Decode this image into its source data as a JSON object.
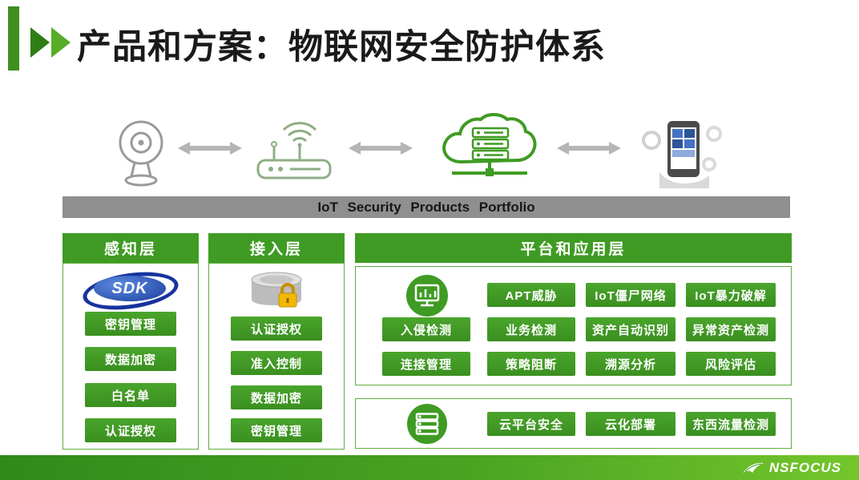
{
  "slide": {
    "title": "产品和方案：物联网安全防护体系",
    "banner": "IoT Security Products Portfolio"
  },
  "perception": {
    "header": "感知层",
    "logo_text": "SDK",
    "buttons": [
      "密钥管理",
      "数据加密",
      "白名单",
      "认证授权"
    ]
  },
  "access": {
    "header": "接入层",
    "buttons": [
      "认证授权",
      "准入控制",
      "数据加密",
      "密钥管理"
    ]
  },
  "platform": {
    "header": "平台和应用层",
    "threat_row": [
      "APT威胁",
      "IoT僵尸网络",
      "IoT暴力破解"
    ],
    "detect_row": [
      "入侵检测",
      "业务检测",
      "资产自动识别",
      "异常资产检测"
    ],
    "manage_row": [
      "连接管理",
      "策略阻断",
      "溯源分析",
      "风险评估"
    ],
    "cloud_row": [
      "云平台安全",
      "云化部署",
      "东西流量检测"
    ]
  },
  "footer": {
    "brand": "NSFOCUS"
  },
  "icons": {
    "device_chain": [
      "webcam-icon",
      "wifi-router-icon",
      "cloud-servers-icon",
      "mobile-apps-icon"
    ],
    "platform_top": "monitor-chart-icon",
    "platform_bottom": "server-list-icon",
    "access_device": "storage-lock-icon"
  },
  "colors": {
    "green": "#3f9b23",
    "green_border": "#5fae3c",
    "banner_gray": "#8f8f8f",
    "footer_gradient_start": "#2f8a1a",
    "footer_gradient_end": "#74c62c",
    "sdk_blue": "#1b3e9b"
  }
}
